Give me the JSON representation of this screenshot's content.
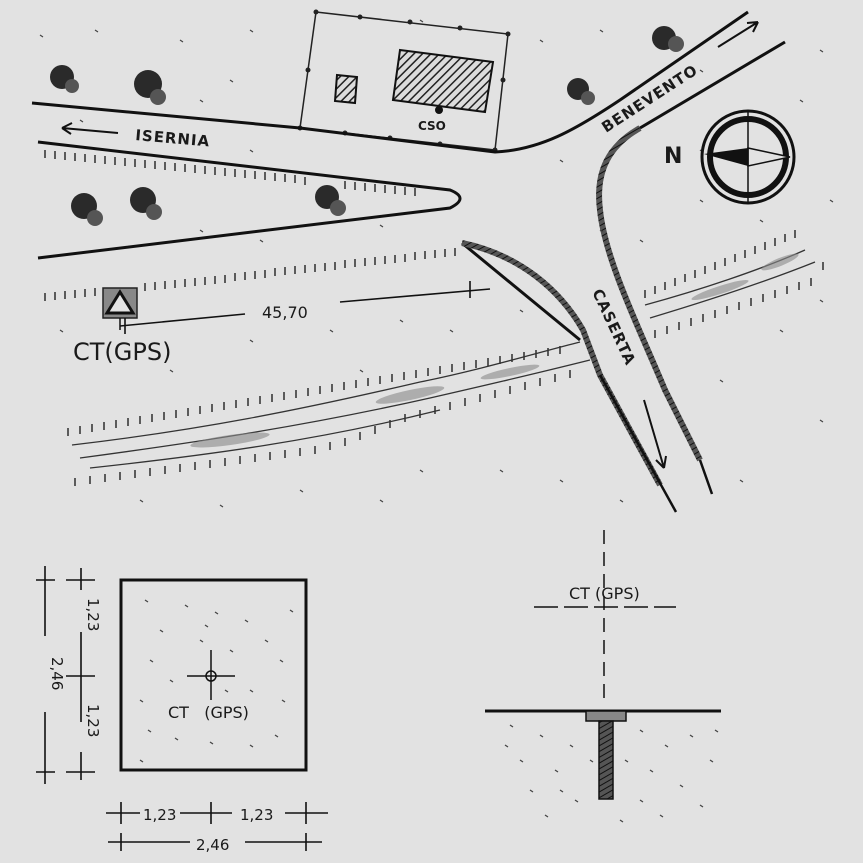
{
  "map": {
    "road_west": "ISERNIA",
    "road_northeast": "BENEVENTO",
    "road_south": "CASERTA",
    "building_point": "CSO",
    "north": "N",
    "station": "CT(GPS)",
    "distance": "45,70"
  },
  "plan": {
    "station": "CT   (GPS)",
    "half_v1": "1,23",
    "half_v2": "1,23",
    "total_v": "2,46",
    "half_h1": "1,23",
    "half_h2": "1,23",
    "total_h": "2,46"
  },
  "section": {
    "station": "CT (GPS)"
  }
}
